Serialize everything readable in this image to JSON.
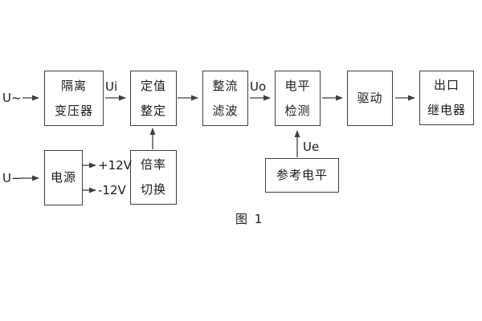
{
  "diagram": {
    "caption": "图 1",
    "blocks": {
      "isolation_transformer": "隔离\n变压器",
      "setting_adjustment": "定值\n整定",
      "rectify_filter": "整流\n滤波",
      "level_detection": "电平\n检测",
      "driver": "驱动",
      "output_relay": "出口\n继电器",
      "power_supply": "电源",
      "ratio_switch": "倍率\n切换",
      "reference_level": "参考电平"
    },
    "signals": {
      "ac_input": "U~",
      "dc_input": "U−",
      "ui": "Ui",
      "uo": "Uo",
      "ue": "Ue",
      "plus_12v": "+12V",
      "minus_12v": "-12V"
    },
    "colors": {
      "line": "#3f3f3f",
      "text": "#1a1a1a",
      "background": "#ffffff"
    }
  }
}
